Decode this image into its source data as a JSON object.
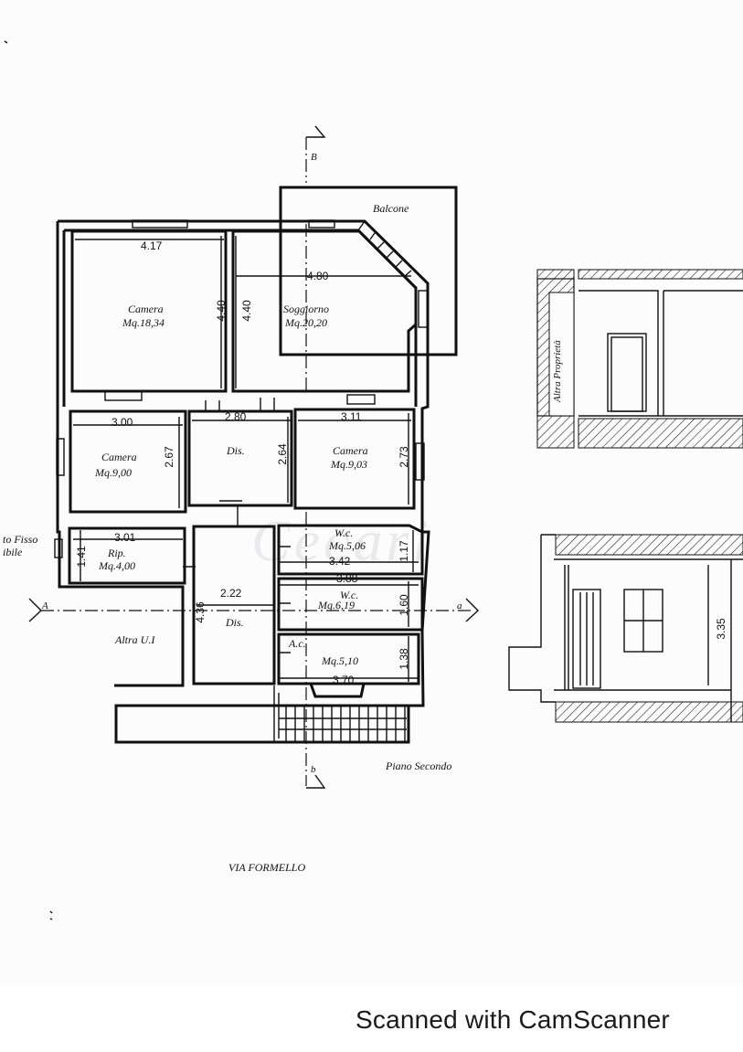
{
  "rooms": {
    "balcone": "Balcone",
    "camera1_name": "Camera",
    "camera1_area": "Mq.18,34",
    "soggiorno_name": "Soggiorno",
    "soggiorno_area": "Mq.20,20",
    "camera2_name": "Camera",
    "camera2_area": "Mq.9,00",
    "dis1": "Dis.",
    "camera3_name": "Camera",
    "camera3_area": "Mq.9,03",
    "wc1_name": "W.c.",
    "wc1_area": "Mq.5,06",
    "rip_name": "Rip.",
    "rip_area": "Mq.4,00",
    "wc2_name": "W.c.",
    "wc2_area": "Mq.6,19",
    "dis2": "Dis.",
    "ac_name": "A.c.",
    "ac_area": "Mq.5,10",
    "altra_ui": "Altra U.I",
    "fisso_1": "to Fisso",
    "fisso_2": "ibile",
    "altra_proprieta": "Altra Proprietà"
  },
  "dimensions": {
    "d_417": "4.17",
    "d_440a": "4.40",
    "d_440b": "4.40",
    "d_480": "4.80",
    "d_300": "3.00",
    "d_267": "2.67",
    "d_280": "2.80",
    "d_264": "2.64",
    "d_311": "3.11",
    "d_273": "2.73",
    "d_301": "3.01",
    "d_141": "1.41",
    "d_342": "3.42",
    "d_117": "1.17",
    "d_388": "3.88",
    "d_222": "2.22",
    "d_436": "4.36",
    "d_160": "1.60",
    "d_138": "1.38",
    "d_370": "3.70",
    "d_335": "3.35"
  },
  "section_marks": {
    "a_left": "A",
    "a_right": "a",
    "b_top": "B",
    "b_bottom": "b"
  },
  "captions": {
    "floor": "Piano Secondo",
    "street": "VIA FORMELLO",
    "watermark": "Cecari"
  },
  "footer": {
    "scanner": "Scanned with CamScanner"
  }
}
